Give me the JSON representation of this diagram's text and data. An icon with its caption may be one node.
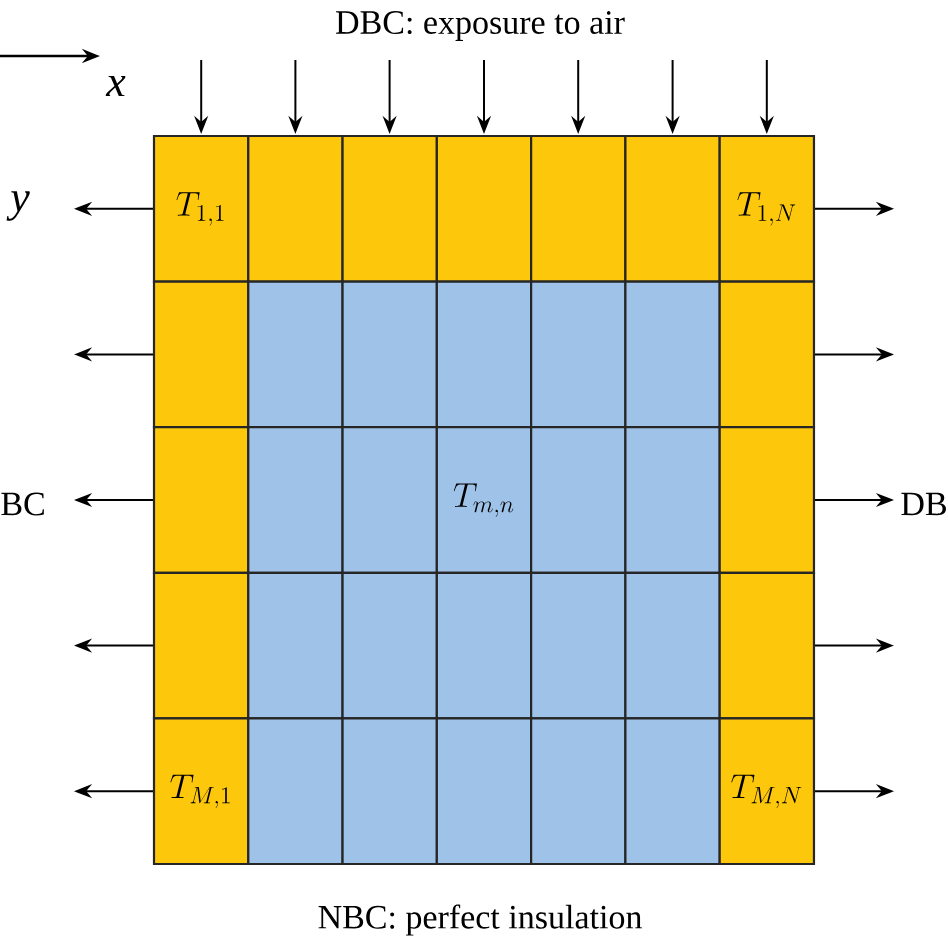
{
  "diagram": {
    "nodes": [
      {
        "text": [
          "T_{1,1}"
        ]
      },
      {
        "text": [],
        "shape": "box"
      },
      {
        "text": [],
        "shape": "box"
      },
      {
        "text": [],
        "shape": "box"
      },
      {
        "text": [],
        "shape": "box"
      },
      {
        "text": [],
        "shape": "box"
      },
      {
        "text": [
          "T_{1,N}"
        ]
      },
      {
        "text": [],
        "shape": "box"
      },
      {
        "text": [],
        "shape": "box"
      },
      {
        "text": [],
        "shape": "box"
      },
      {
        "text": [],
        "shape": "box"
      },
      {
        "text": [],
        "shape": "box"
      },
      {
        "text": [],
        "shape": "box"
      },
      {
        "text": [],
        "shape": "box"
      },
      {
        "text": [],
        "shape": "box"
      },
      {
        "text": [],
        "shape": "box"
      },
      {
        "text": [],
        "shape": "box"
      },
      {
        "text": [
          "T_{m,n}"
        ]
      },
      {
        "text": [],
        "shape": "box"
      },
      {
        "text": [],
        "shape": "box"
      },
      {
        "text": [],
        "shape": "box"
      },
      {
        "text": [],
        "shape": "box"
      },
      {
        "text": [],
        "shape": "box"
      },
      {
        "text": [],
        "shape": "box"
      },
      {
        "text": [],
        "shape": "box"
      },
      {
        "text": [],
        "shape": "box"
      },
      {
        "text": [],
        "shape": "box"
      },
      {
        "text": [],
        "shape": "box"
      },
      {
        "text": [
          "T_{M,1}"
        ]
      },
      {
        "text": [],
        "shape": "box"
      },
      {
        "text": [],
        "shape": "box"
      },
      {
        "text": [],
        "shape": "box"
      },
      {
        "text": [],
        "shape": "box"
      },
      {
        "text": [],
        "shape": "box"
      },
      {
        "text": [
          "T_{M,N}"
        ]
      }
    ],
    "labels": [
      "DBC: exposure to air",
      "x",
      "y",
      "BC",
      "DB",
      "NBC: perfect insulation"
    ]
  }
}
